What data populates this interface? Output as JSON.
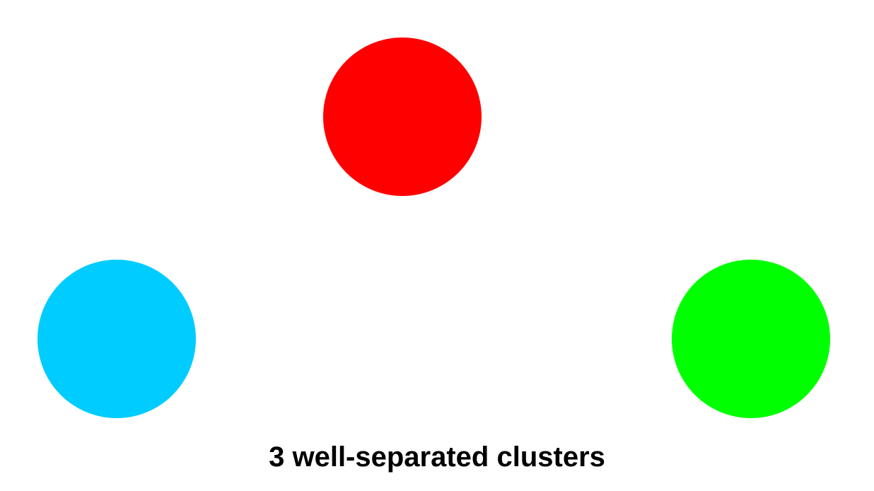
{
  "caption": "3 well-separated clusters",
  "clusters": [
    {
      "id": "red",
      "color": "#ff0000"
    },
    {
      "id": "cyan",
      "color": "#00ccff"
    },
    {
      "id": "green",
      "color": "#00ff00"
    }
  ]
}
